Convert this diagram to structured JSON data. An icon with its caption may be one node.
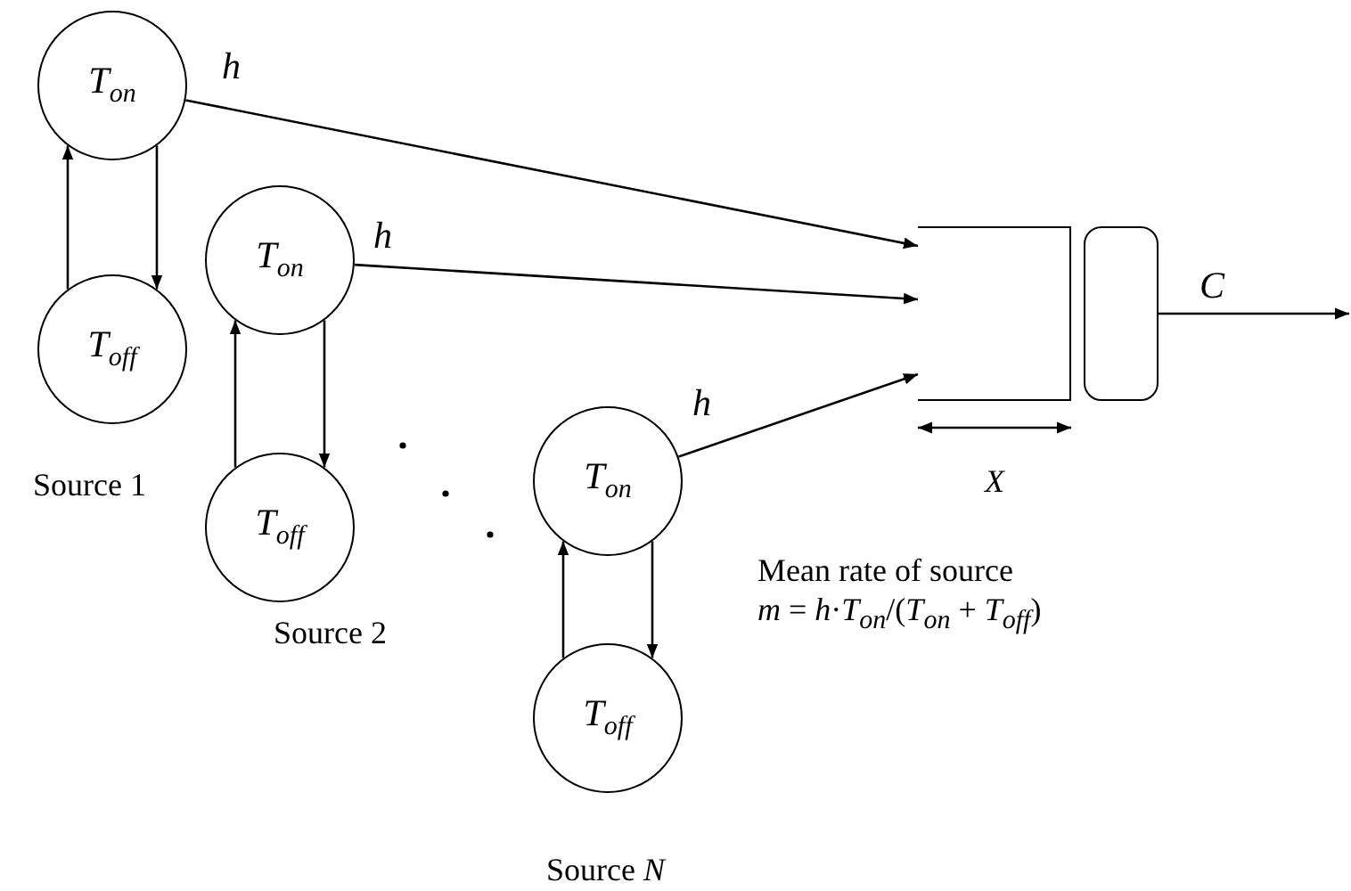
{
  "diagram": {
    "nodes": [
      {
        "text": [
          "T$_{on}$"
        ]
      },
      {
        "text": [
          "T$_{off}$"
        ],
        "beside": [
          "Source 1"
        ]
      },
      {
        "text": [
          "T$_{on}$"
        ]
      },
      {
        "text": [
          "T$_{off}$"
        ],
        "beside": [
          "Source 2"
        ]
      },
      {
        "text": [
          "T$_{on}$"
        ]
      },
      {
        "text": [
          "T$_{off}$"
        ],
        "beside": [
          "Source *N*"
        ]
      },
      {
        "text": [],
        "shape": "box"
      },
      {
        "text": [],
        "shape": "box"
      }
    ],
    "edges": [
      {
        "from": 0,
        "to": 6,
        "arrow": "to",
        "label": "h"
      },
      {
        "from": 0,
        "to": 1,
        "arrow": "to"
      },
      {
        "from": 1,
        "to": 0,
        "arrow": "to"
      },
      {
        "from": 2,
        "to": 6,
        "arrow": "to",
        "label": "h"
      },
      {
        "from": 2,
        "to": 3,
        "arrow": "to"
      },
      {
        "from": 3,
        "to": 2,
        "arrow": "to"
      },
      {
        "from": 4,
        "to": 6,
        "arrow": "to",
        "label": "h"
      },
      {
        "from": 4,
        "to": 5,
        "arrow": "to"
      },
      {
        "from": 5,
        "to": 4,
        "arrow": "to"
      },
      {
        "from": 7,
        "to": null,
        "arrow": "to",
        "label": "C"
      }
    ],
    "labels": [
      "X",
      "Mean rate of source",
      "*m* = *h*·*T*$_{on}$/(*T*$_{on}$ + *T*$_{off}$)"
    ]
  }
}
